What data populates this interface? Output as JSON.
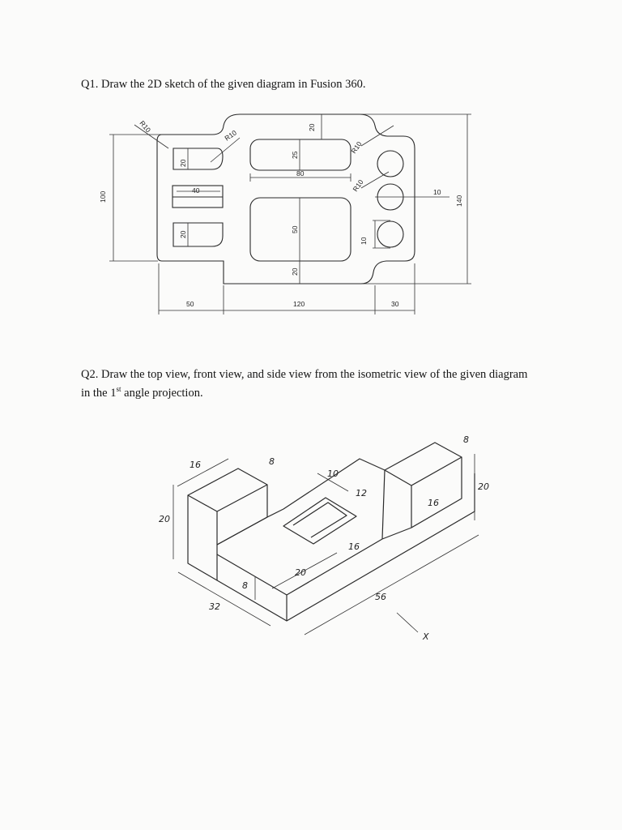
{
  "questions": {
    "q1": "Q1. Draw the 2D sketch of the given diagram in Fusion 360.",
    "q2_line1": "Q2. Draw the top view, front view, and side view from the isometric view of the given diagram",
    "q2_line2_pre": "in the 1",
    "q2_line2_sup": "st",
    "q2_line2_post": " angle projection."
  },
  "sketch_dims": {
    "r_top_left": "R10",
    "r_top_mid": "R10",
    "top_gap": "20",
    "r_right_top": "R10",
    "r_right_mid": "R10",
    "slot_h1": "20",
    "slot_w": "40",
    "slot_h2": "20",
    "upper_pocket_h": "25",
    "upper_pocket_w": "80",
    "lower_pocket_h": "50",
    "bottom_gap": "20",
    "circle_dia": "10",
    "circle_pitch": "10",
    "overall_h_left": "100",
    "overall_h_right": "140",
    "base_left": "50",
    "base_mid": "120",
    "base_right": "30"
  },
  "iso_dims": {
    "left_block_w": "16",
    "left_block_d": "8",
    "left_h": "20",
    "base_h": "8",
    "base_d": "32",
    "hole_offset": "10",
    "hole_w": "12",
    "hole_d": "16",
    "hole_front": "20",
    "right_block_w": "16",
    "right_top": "8",
    "right_h": "20",
    "length": "56",
    "view_arrow": "X"
  }
}
